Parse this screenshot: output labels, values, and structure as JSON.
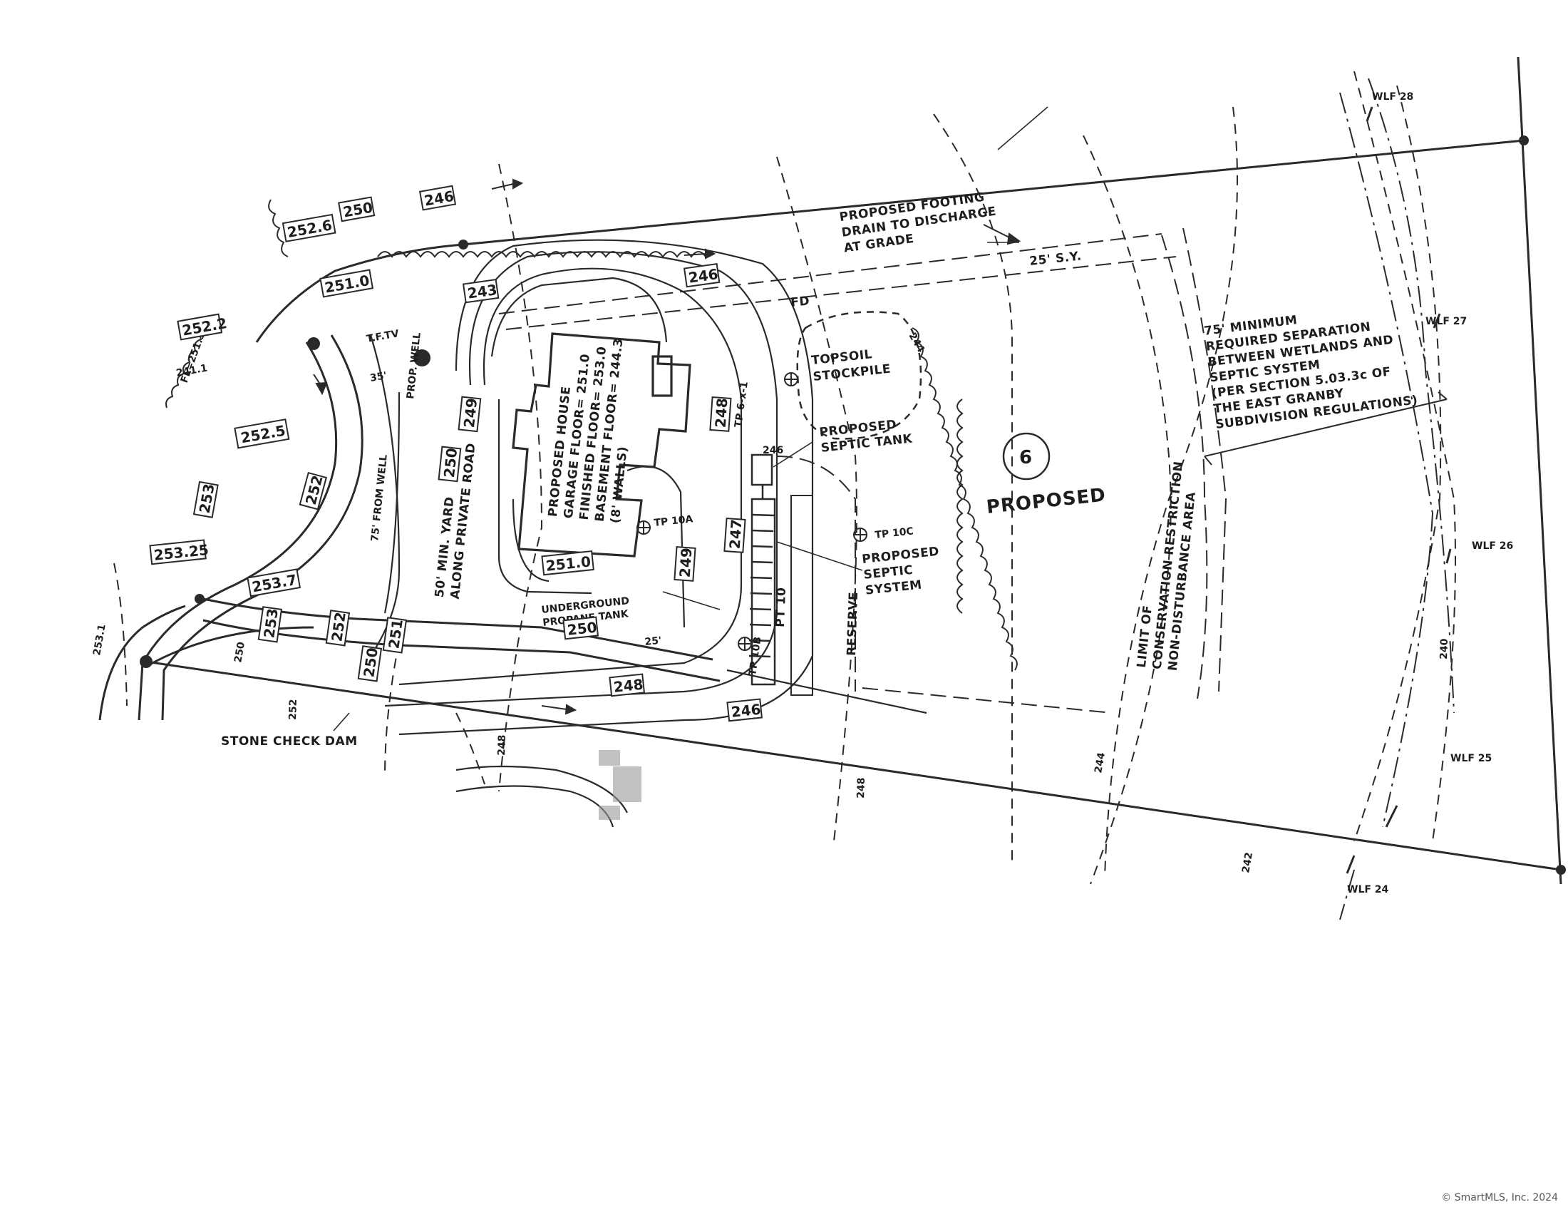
{
  "labels": {
    "footing_drain": [
      "PROPOSED FOOTING",
      "DRAIN TO DISCHARGE",
      "AT GRADE"
    ],
    "side_yard": "25' S.Y.",
    "fd": "FD",
    "topsoil": [
      "TOPSOIL",
      "STOCKPILE"
    ],
    "test_pit_1": "TP 6-x-1",
    "test_pit_10a": "TP 10A",
    "test_pit_10b": "TP 10B",
    "test_pit_10c": "TP 10C",
    "septic_tank": [
      "PROPOSED",
      "SEPTIC TANK"
    ],
    "septic_system": [
      "PROPOSED",
      "SEPTIC",
      "SYSTEM"
    ],
    "lot_number": "6",
    "lot_status": "PROPOSED",
    "separation_note": [
      "75' MINIMUM",
      "REQUIRED SEPARATION",
      "BETWEEN WETLANDS AND",
      "SEPTIC SYSTEM",
      "(PER SECTION 5.03.3c OF",
      "THE EAST GRANBY",
      "SUBDIVISION REGULATIONS)"
    ],
    "house": [
      "PROPOSED HOUSE",
      "GARAGE FLOOR= 251.0",
      "FINISHED FLOOR= 253.0",
      "BASEMENT FLOOR= 244.3",
      "(8' WALLS)"
    ],
    "well_radius": "75' FROM WELL",
    "well": "PROP. WELL",
    "yard_setback": [
      "50' MIN. YARD",
      "ALONG PRIVATE ROAD"
    ],
    "propane": [
      "UNDERGROUND",
      "PROPANE TANK"
    ],
    "reserve": "RESERVE",
    "pt10": "PT 10",
    "conservation": [
      "LIMIT OF",
      "CONSERVATION RESTRICTION",
      "NON-DISTURBANCE AREA"
    ],
    "check_dam": "STONE CHECK DAM",
    "fl": "FL=251.1",
    "tv": "T.F.TV",
    "dim_35": "35'",
    "dim_25": "25'",
    "spot_246_tank": "246"
  },
  "wetland_flags": [
    "WLF 28",
    "WLF 27",
    "WLF 26",
    "WLF 25",
    "WLF 24"
  ],
  "elevation_boxes": [
    "252.6",
    "250",
    "246",
    "251.0",
    "252.2",
    "252.5",
    "253",
    "253.25",
    "253.7",
    "252",
    "243",
    "246",
    "249",
    "250",
    "248",
    "247",
    "249",
    "251.0",
    "250",
    "253",
    "252",
    "251",
    "250",
    "248",
    "246"
  ],
  "contour_labels": [
    "244",
    "248",
    "248",
    "252",
    "240",
    "244",
    "242",
    "241.1",
    "250",
    "253.1"
  ],
  "copyright": "© SmartMLS, Inc. 2024"
}
